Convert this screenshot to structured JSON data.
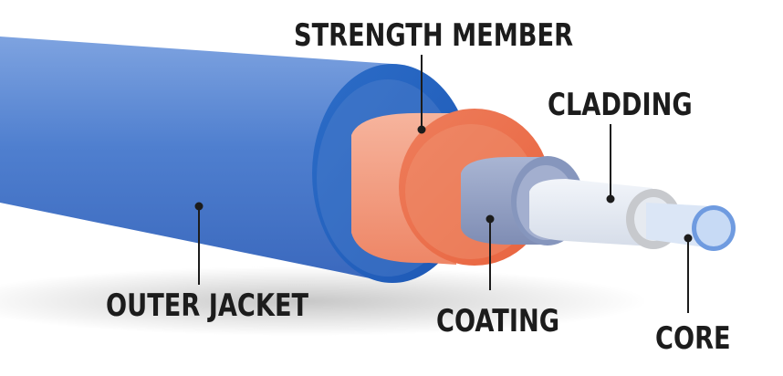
{
  "labels": {
    "strength_member": "STRENGTH MEMBER",
    "cladding": "CLADDING",
    "outer_jacket": "OUTER JACKET",
    "coating": "COATING",
    "core": "CORE"
  },
  "colors": {
    "jacket_blue": "#3f72c9",
    "jacket_dark": "#1f59b7",
    "strength_orange": "#ec7d5d",
    "coating_slate": "#8f9cbe",
    "cladding_glass": "#d9e2ee",
    "core_blue": "#b9cff0",
    "leader_line": "#1c1c1c"
  }
}
